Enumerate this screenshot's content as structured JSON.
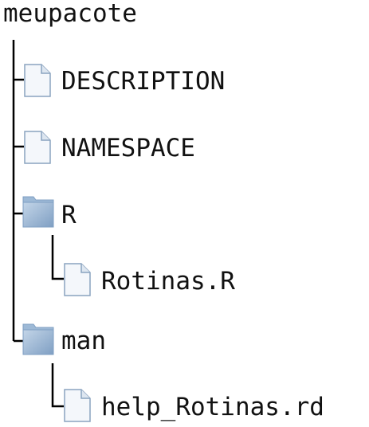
{
  "tree": {
    "root": {
      "label": "meupacote"
    },
    "items": [
      {
        "label": "DESCRIPTION",
        "type": "file",
        "icon": "file-icon"
      },
      {
        "label": "NAMESPACE",
        "type": "file",
        "icon": "file-icon"
      },
      {
        "label": "R",
        "type": "folder",
        "icon": "folder-icon"
      },
      {
        "label": "Rotinas.R",
        "type": "file",
        "icon": "file-icon"
      },
      {
        "label": "man",
        "type": "folder",
        "icon": "folder-icon"
      },
      {
        "label": "help_Rotinas.rd",
        "type": "file",
        "icon": "file-icon"
      }
    ]
  },
  "colors": {
    "folder_front": "#9db9d6",
    "folder_back": "#7f9fc3",
    "file_fill": "#f4f7fb",
    "file_stroke": "#8aa3bf",
    "line": "#000000"
  }
}
